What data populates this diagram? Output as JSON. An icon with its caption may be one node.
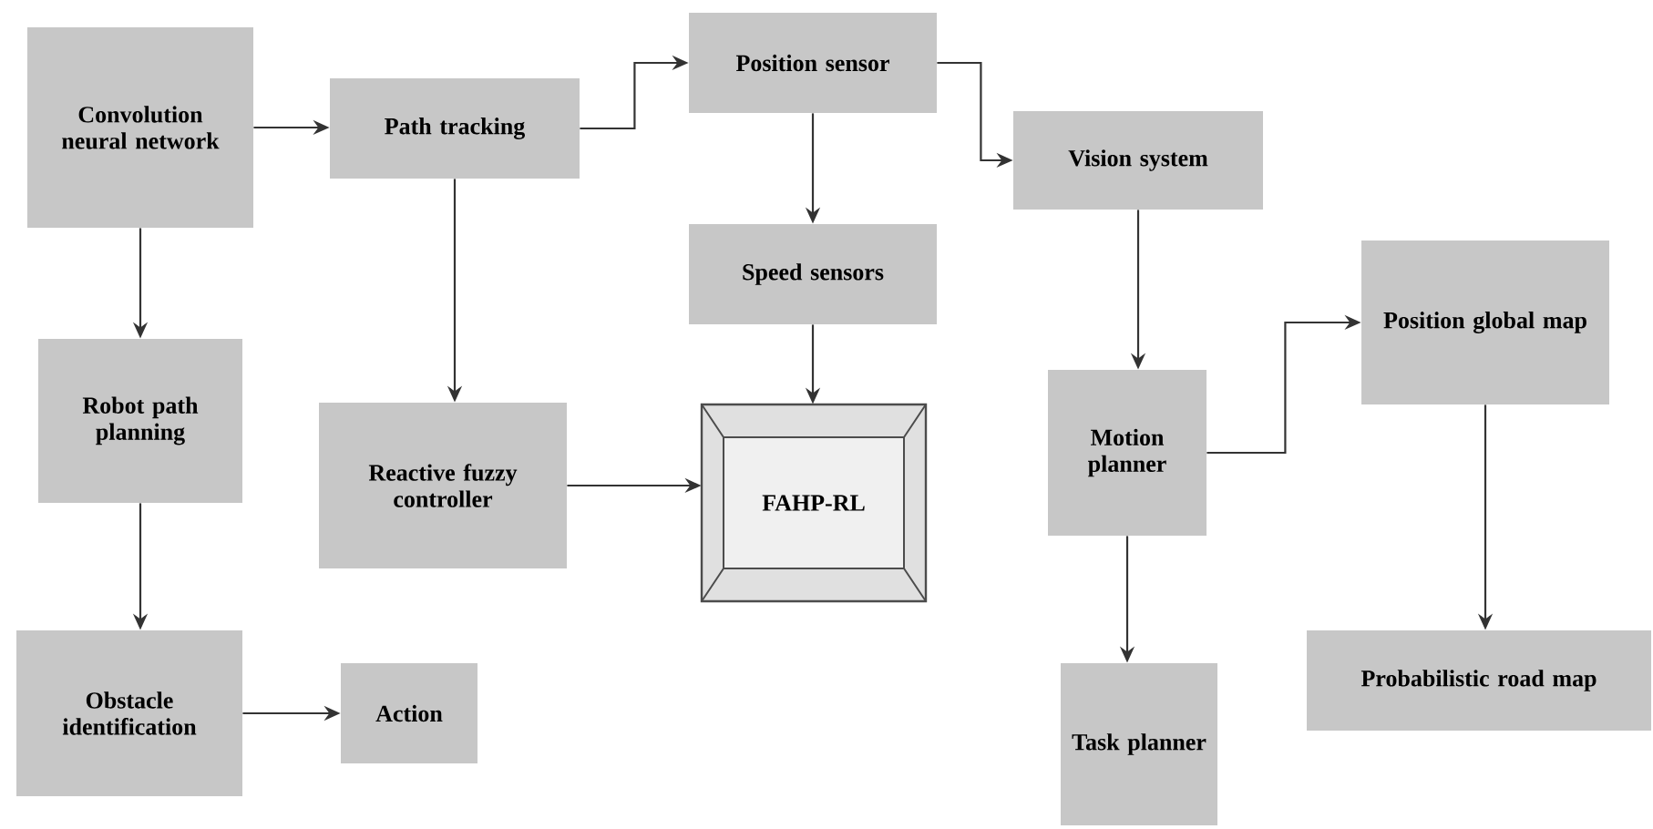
{
  "diagram": {
    "nodes": [
      {
        "text": [
          "Convolution neural network"
        ]
      },
      {
        "text": [
          "Path tracking"
        ]
      },
      {
        "text": [
          "Position sensor"
        ]
      },
      {
        "text": [
          "Vision system"
        ]
      },
      {
        "text": [
          "Robot path planning"
        ]
      },
      {
        "text": [
          "Speed sensors"
        ]
      },
      {
        "text": [
          "Reactive fuzzy controller"
        ]
      },
      {
        "text": [
          "FAHP-RL"
        ]
      },
      {
        "text": [
          "Motion planner"
        ]
      },
      {
        "text": [
          "Position global map"
        ]
      },
      {
        "text": [
          "Obstacle identification"
        ]
      },
      {
        "text": [
          "Action"
        ]
      },
      {
        "text": [
          "Task planner"
        ]
      },
      {
        "text": [
          "Probabilistic road map"
        ]
      }
    ],
    "edges": [
      {
        "from": 0,
        "to": 1,
        "arrow": "to"
      },
      {
        "from": 1,
        "to": 2,
        "arrow": "to"
      },
      {
        "from": 2,
        "to": 5,
        "arrow": "to"
      },
      {
        "from": 2,
        "to": 3,
        "arrow": "to"
      },
      {
        "from": 0,
        "to": 4,
        "arrow": "to"
      },
      {
        "from": 1,
        "to": 6,
        "arrow": "to"
      },
      {
        "from": 5,
        "to": 7,
        "arrow": "to"
      },
      {
        "from": 6,
        "to": 7,
        "arrow": "to"
      },
      {
        "from": 3,
        "to": 8,
        "arrow": "to"
      },
      {
        "from": 8,
        "to": 9,
        "arrow": "to"
      },
      {
        "from": 8,
        "to": 12,
        "arrow": "to"
      },
      {
        "from": 9,
        "to": 13,
        "arrow": "to"
      },
      {
        "from": 4,
        "to": 10,
        "arrow": "to"
      },
      {
        "from": 10,
        "to": 11,
        "arrow": "to"
      }
    ]
  }
}
